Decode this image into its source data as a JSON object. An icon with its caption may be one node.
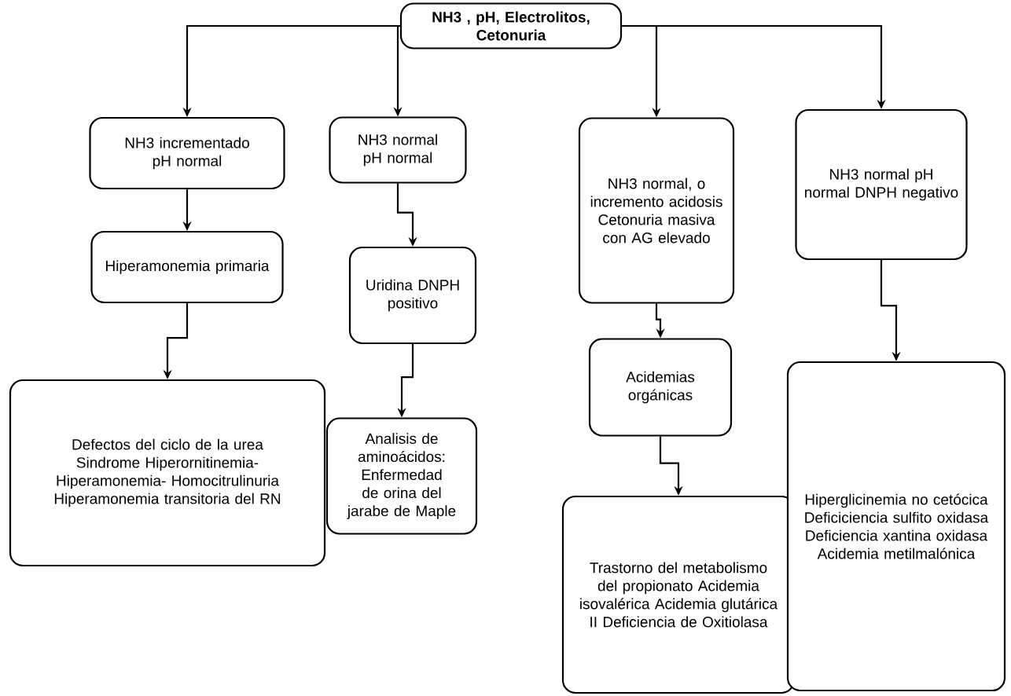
{
  "diagram": {
    "nodes": [
      {
        "text": [
          "NH3 , pH, Electrolitos, Cetonuria"
        ]
      },
      {
        "text": [
          "NH3 incrementado pH normal"
        ]
      },
      {
        "text": [
          "NH3 normal pH normal"
        ]
      },
      {
        "text": [
          "NH3 normal, o incremento acidosis Cetonuria masiva con AG elevado"
        ]
      },
      {
        "text": [
          "NH3 normal pH normal DNPH negativo"
        ]
      },
      {
        "text": [
          "Hiperamonemia primaria"
        ]
      },
      {
        "text": [
          "Uridina DNPH positivo"
        ]
      },
      {
        "text": [
          "Acidemias orgánicas"
        ]
      },
      {
        "text": [
          "Defectos del ciclo de la urea Sindrome Hiperornitinemia- Hiperamonemia- Homocitrulinuria Hiperamonemia transitoria del RN"
        ]
      },
      {
        "text": [
          "Analisis de aminoácidos: Enfermedad de orina del jarabe de Maple"
        ]
      },
      {
        "text": [
          "Trastorno del metabolismo del propionato Acidemia isovalérica Acidemia glutárica II Deficiencia de Oxitiolasa"
        ]
      },
      {
        "text": [
          "Hiperglicinemia no cetócica Deficiciencia sulfito oxidasa Deficiencia xantina oxidasa Acidemia metilmalónica"
        ]
      }
    ],
    "edges": [
      {
        "from": 0,
        "to": 1,
        "arrow": "to"
      },
      {
        "from": 0,
        "to": 2,
        "arrow": "to"
      },
      {
        "from": 0,
        "to": 3,
        "arrow": "to"
      },
      {
        "from": 0,
        "to": 4,
        "arrow": "to"
      },
      {
        "from": 1,
        "to": 5,
        "arrow": "to"
      },
      {
        "from": 5,
        "to": 8,
        "arrow": "to"
      },
      {
        "from": 2,
        "to": 6,
        "arrow": "to"
      },
      {
        "from": 6,
        "to": 9,
        "arrow": "to"
      },
      {
        "from": 3,
        "to": 7,
        "arrow": "to"
      },
      {
        "from": 7,
        "to": 10,
        "arrow": "to"
      },
      {
        "from": 4,
        "to": 11,
        "arrow": "to"
      }
    ]
  }
}
